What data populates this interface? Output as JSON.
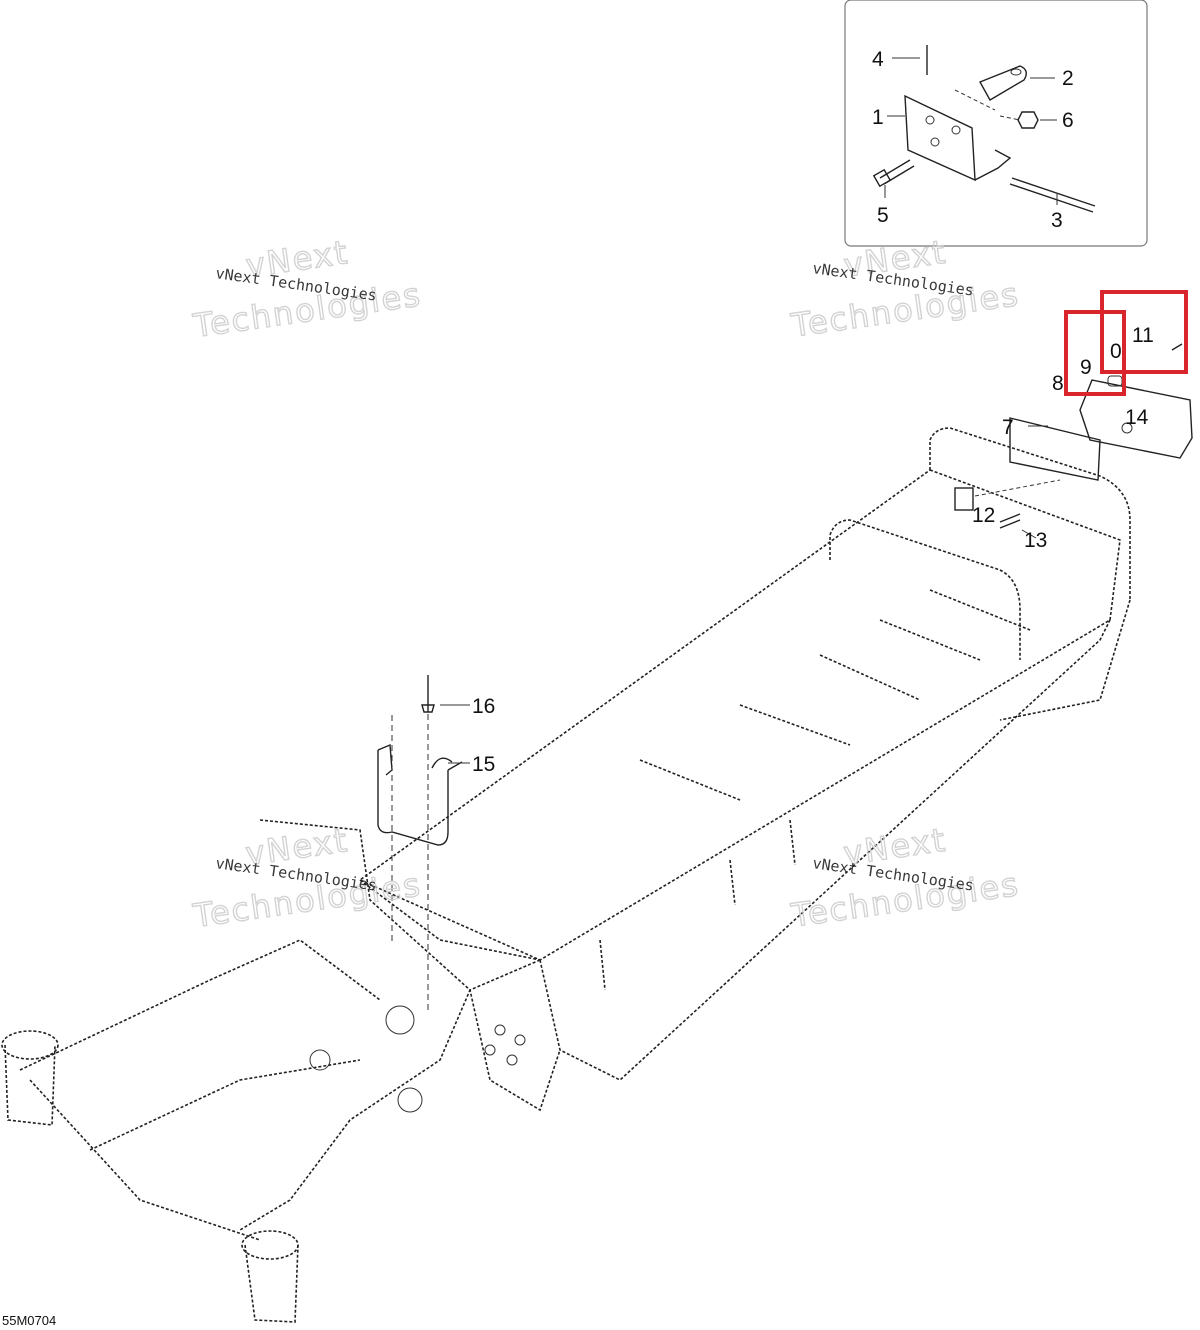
{
  "callouts": [
    "1",
    "2",
    "3",
    "4",
    "5",
    "6",
    "7",
    "8",
    "9",
    "0",
    "11",
    "12",
    "13",
    "14",
    "15",
    "16"
  ],
  "watermark": {
    "small": "vNext Technologies",
    "large_top": "vNext",
    "large_bottom": "Technologies"
  },
  "doc_code": "55M0704",
  "highlight_color": "#d9262c"
}
